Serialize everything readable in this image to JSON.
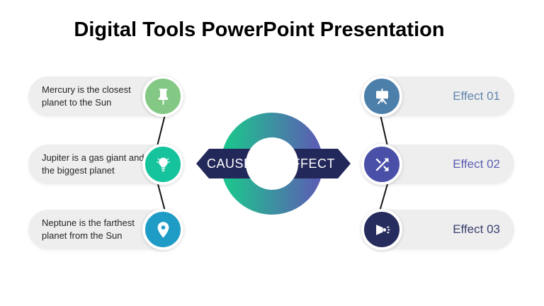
{
  "slide": {
    "title": "Digital Tools PowerPoint Presentation"
  },
  "diagram": {
    "cause_label": "CAUSE",
    "effect_label": "EFFECT",
    "ring_gradient_start": "#1EC28E",
    "ring_gradient_end": "#5961B2",
    "arrow_band_color": "#23285A"
  },
  "causes": [
    {
      "text": "Mercury is the closest planet to the Sun",
      "icon": "pushpin-icon",
      "icon_color": "#83C884"
    },
    {
      "text": "Jupiter is a gas giant and the biggest planet",
      "icon": "lightbulb-icon",
      "icon_color": "#15C39D"
    },
    {
      "text": "Neptune is the farthest planet from the Sun",
      "icon": "location-pin-icon",
      "icon_color": "#1F9CC5"
    }
  ],
  "effects": [
    {
      "label": "Effect 01",
      "icon": "presentation-screen-icon",
      "icon_color": "#4D7FAB",
      "label_color": "#6285AE"
    },
    {
      "label": "Effect 02",
      "icon": "shuffle-icon",
      "icon_color": "#4A50A8",
      "label_color": "#5A5FB2"
    },
    {
      "label": "Effect 03",
      "icon": "megaphone-icon",
      "icon_color": "#272C5E",
      "label_color": "#3A4070"
    }
  ]
}
